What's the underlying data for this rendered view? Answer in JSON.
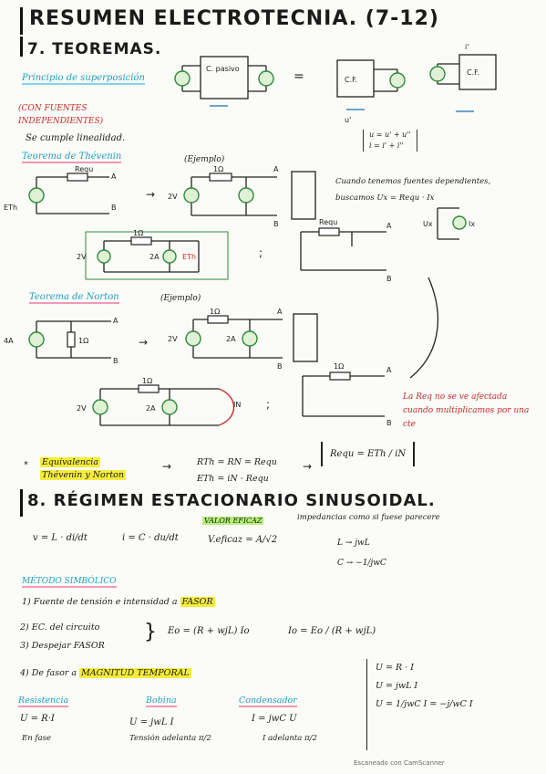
{
  "title": "RESUMEN ELECTROTECNIA. (7-12)",
  "sec7": {
    "heading": "7. TEOREMAS.",
    "superposition": "Principio de superposición",
    "indep_note": "(CON FUENTES INDEPENDIENTES)",
    "linearity": "Se cumple linealidad.",
    "sum_eq1": "u = u' + u''",
    "sum_eq2": "i = i' + i''",
    "thevenin": "Teorema de Thévenin",
    "ejemplo1": "(Ejemplo)",
    "dep_note1": "Cuando tenemos fuentes dependientes,",
    "dep_note2": "buscamos   Ux = Requ · Ix",
    "norton": "Teorema de Norton",
    "ejemplo2": "(Ejemplo)",
    "req_note": "La Req no se ve afectada cuando multiplicamos por una cte",
    "equiv1": "Equivalencia",
    "equiv2": "Thévenin y Norton",
    "eq_rth": "RTh = RN = Requ",
    "eq_eth": "ETh = iN · Requ",
    "eq_req": "Requ = ETh / iN"
  },
  "sec8": {
    "heading": "8. RÉGIMEN ESTACIONARIO SINUSOIDAL.",
    "eq_v": "v = L · di/dt",
    "eq_i": "i = C · du/dt",
    "valor_eficaz": "VALOR EFICAZ",
    "v_eficaz": "V.eficaz = A/√2",
    "impedancias": "impedancias como si fuese parecere",
    "l_map": "L → jwL",
    "c_map": "C → −1/jwC",
    "metodo": "MÉTODO SIMBÓLICO",
    "step1_a": "1) Fuente de tensión e intensidad a",
    "step1_b": "FASOR",
    "step2": "2) EC. del circuito",
    "step2_eq": "Eo = (R + wjL) Io",
    "step2_res": "Io = Eo / (R + wjL)",
    "step3": "3) Despejar FASOR",
    "step4_a": "4) De fasor a",
    "step4_b": "MAGNITUD TEMPORAL",
    "resistencia": "Resistencia",
    "bobina": "Bobina",
    "condensador": "Condensador",
    "r_eq": "U = R·I",
    "l_eq": "U = jwL I",
    "c_eq": "I = jwC U",
    "r_note": "En fase",
    "l_note": "Tensión adelanta π/2",
    "c_note": "I adelanta π/2",
    "box_r": "U = R · I",
    "box_l": "U = jwL I",
    "box_c": "U = 1/jwC I = −j/wC I"
  },
  "labels": {
    "ucf": "C.F.",
    "cpassivo": "C. pasivo",
    "req": "Requ",
    "A": "A",
    "B": "B",
    "one_ohm": "1Ω",
    "two_v": "2V",
    "two_a": "2A",
    "four_a": "4A",
    "eth": "ETh",
    "ix": "Ix",
    "ux": "Ux",
    "in": "IN",
    "u_prime": "u'",
    "u_pp": "u''",
    "i_prime": "i'"
  },
  "footer": "Escaneado con CamScanner"
}
